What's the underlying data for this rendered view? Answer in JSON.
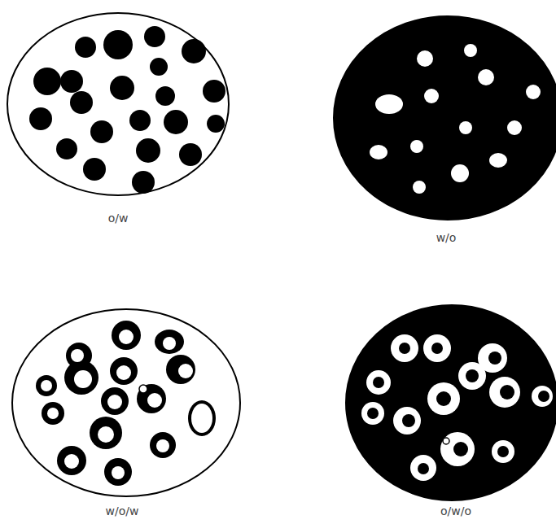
{
  "diagram": {
    "labels": [
      "o/w",
      "w/o",
      "w/o/w",
      "o/w/o"
    ]
  }
}
